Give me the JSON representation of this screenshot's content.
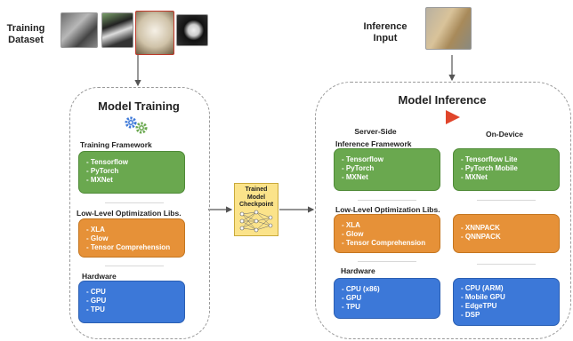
{
  "training_dataset_label": "Training\nDataset",
  "inference_input_label": "Inference\nInput",
  "training": {
    "title": "Model Training",
    "framework_label": "Training Framework",
    "framework_items": [
      "- Tensorflow",
      "- PyTorch",
      "- MXNet"
    ],
    "optimization_label": "Low-Level Optimization Libs.",
    "optimization_items": [
      "- XLA",
      "- Glow",
      "- Tensor Comprehension"
    ],
    "hardware_label": "Hardware",
    "hardware_items": [
      "- CPU",
      "- GPU",
      "- TPU"
    ]
  },
  "checkpoint_label": "Trained\nModel\nCheckpoint",
  "inference": {
    "title": "Model Inference",
    "server_label": "Server-Side",
    "device_label": "On-Device",
    "framework_label": "Inference Framework",
    "optimization_label": "Low-Level Optimization Libs.",
    "hardware_label": "Hardware",
    "server_framework_items": [
      "- Tensorflow",
      "- PyTorch",
      "- MXNet"
    ],
    "device_framework_items": [
      "- Tensorflow Lite",
      "- PyTorch Mobile",
      "- MXNet"
    ],
    "server_optimization_items": [
      "- XLA",
      "- Glow",
      "- Tensor Comprehension"
    ],
    "device_optimization_items": [
      "- XNNPACK",
      "- QNNPACK"
    ],
    "server_hardware_items": [
      "- CPU (x86)",
      "- GPU",
      "- TPU"
    ],
    "device_hardware_items": [
      "- CPU (ARM)",
      "- Mobile GPU",
      "- EdgeTPU",
      "- DSP"
    ]
  },
  "colors": {
    "green": "#6aa84f",
    "orange": "#e69138",
    "blue": "#3c78d8",
    "checkpoint": "#fbe38a",
    "play": "#e0452b",
    "gear": "#3c78d8",
    "gear2": "#6aa84f"
  }
}
